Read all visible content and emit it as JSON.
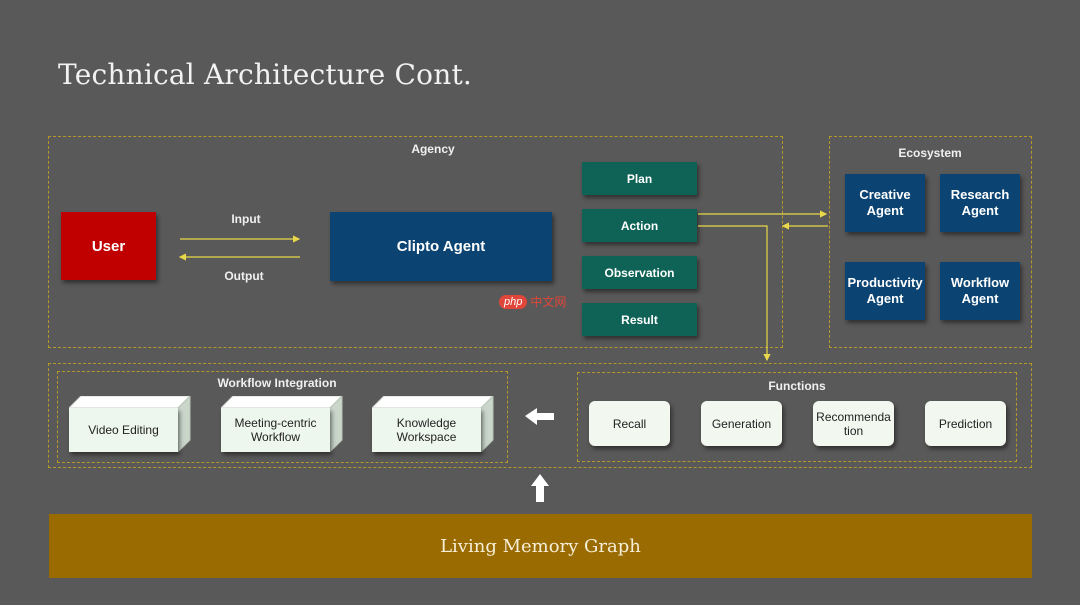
{
  "title": "Technical Architecture Cont.",
  "agency": {
    "label": "Agency",
    "user": "User",
    "input_label": "Input",
    "output_label": "Output",
    "agent": "Clipto Agent",
    "steps": [
      "Plan",
      "Action",
      "Observation",
      "Result"
    ]
  },
  "ecosystem": {
    "label": "Ecosystem",
    "agents": [
      "Creative Agent",
      "Research Agent",
      "Productivity Agent",
      "Workflow Agent"
    ]
  },
  "workflow_integration": {
    "label": "Workflow Integration",
    "items": [
      "Video Editing",
      "Meeting-centric Workflow",
      "Knowledge Workspace"
    ]
  },
  "functions": {
    "label": "Functions",
    "items": [
      "Recall",
      "Generation",
      "Recommenda tion",
      "Prediction"
    ]
  },
  "memory": "Living Memory Graph",
  "watermark": {
    "badge": "php",
    "text": "中文网"
  },
  "colors": {
    "background": "#595959",
    "user": "#c00000",
    "agent": "#0b4472",
    "steps": "#0f6356",
    "memory": "#9a6b00",
    "connector": "#e8d84a",
    "dashed_border": "#b5972a"
  }
}
